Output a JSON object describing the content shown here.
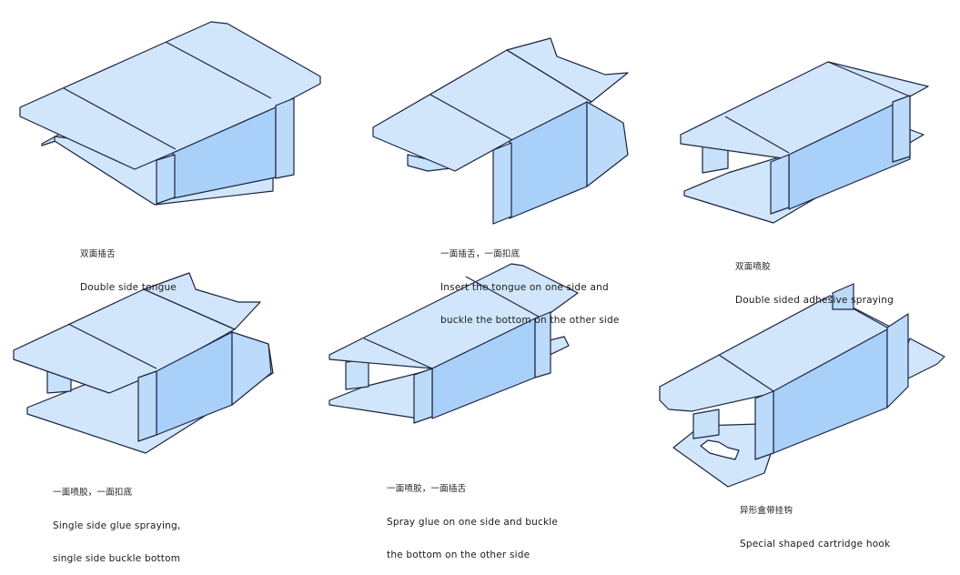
{
  "items": [
    {
      "zh": "双面插舌",
      "en": [
        "Double side tongue"
      ]
    },
    {
      "zh": "一面插舌，一面扣底",
      "en": [
        "Insert the tongue on one side and",
        "buckle the bottom on the other side"
      ]
    },
    {
      "zh": "双面喷胶",
      "en": [
        "Double sided adhesive spraying"
      ]
    },
    {
      "zh": "一面喷胶，一面扣底",
      "en": [
        "Single side glue spraying,",
        "single side buckle bottom"
      ]
    },
    {
      "zh": "一面喷胶，一面插舌",
      "en": [
        "Spray glue on one side and buckle",
        "the bottom on the other side"
      ]
    },
    {
      "zh": "异形盒带挂钩",
      "en": [
        "Special shaped cartridge hook"
      ]
    }
  ],
  "colors": {
    "light": "#d2e6fb",
    "mid": "#bcdaf9",
    "side": "#a9d0f8",
    "stroke": "#1b2440"
  }
}
